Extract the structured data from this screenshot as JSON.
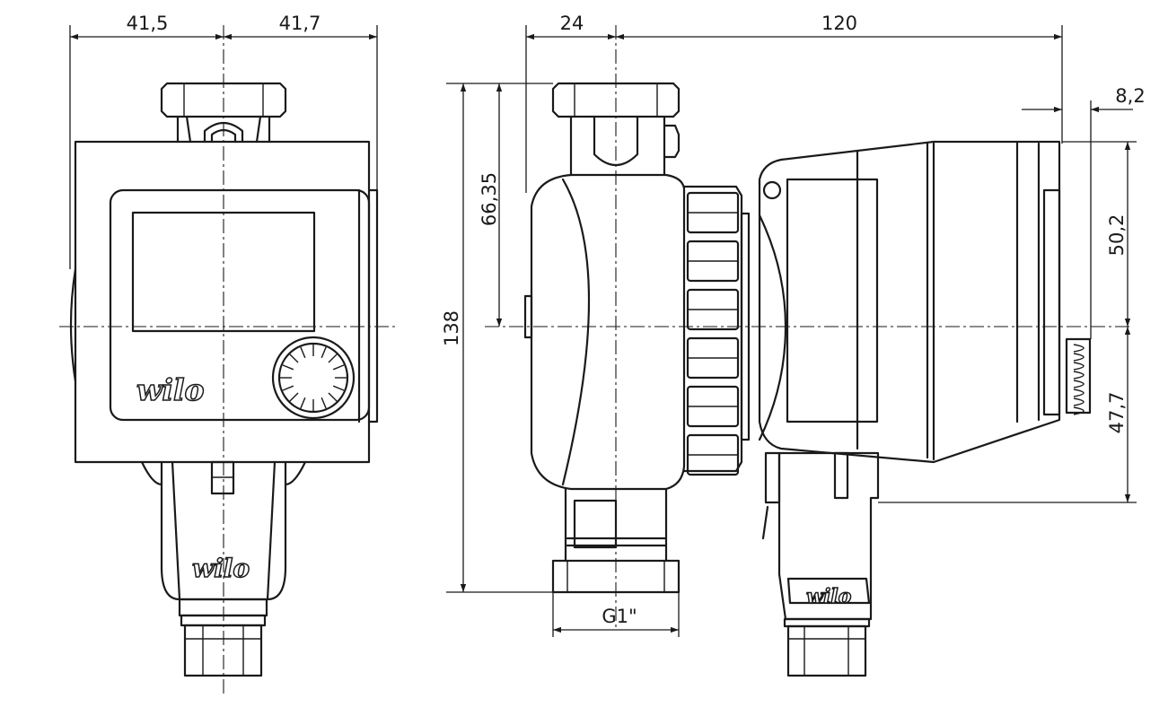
{
  "dimensions": {
    "left_half_width": "41,5",
    "right_half_width": "41,7",
    "pipe_offset": "24",
    "body_length": "120",
    "terminal_offset": "8,2",
    "center_to_top": "66,35",
    "total_height": "138",
    "upper_height": "50,2",
    "lower_height": "47,7",
    "thread": "G1\""
  },
  "branding": {
    "logo_front": "wilo",
    "logo_front_lower": "wilo",
    "logo_side_box": "wilo"
  }
}
